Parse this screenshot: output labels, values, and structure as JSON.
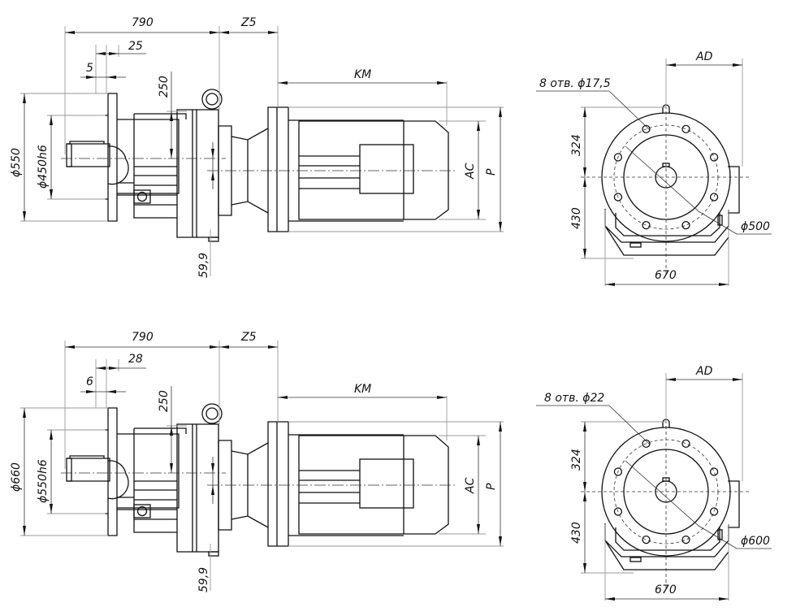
{
  "drawing": {
    "colors": {
      "line": "#111111",
      "extension": "#9a9a9a",
      "background": "#ffffff"
    },
    "variants": [
      {
        "id": "top",
        "side_view": {
          "dim_total_length": "790",
          "dim_gap": "Z5",
          "dim_flange_thickness": "25",
          "dim_spigot": "5",
          "dim_height_250": "250",
          "dim_flange_dia": "ϕ550",
          "dim_spigot_dia": "ϕ450h6",
          "dim_offset": "59,9",
          "dim_motor_length": "KM",
          "dim_motor_ac": "AC",
          "dim_motor_p": "P"
        },
        "front_view": {
          "dim_ad": "AD",
          "holes_label": "8 отв. ϕ17,5",
          "dim_upper": "324",
          "dim_lower": "430",
          "dim_width": "670",
          "dim_pcd": "ϕ500"
        }
      },
      {
        "id": "bottom",
        "side_view": {
          "dim_total_length": "790",
          "dim_gap": "Z5",
          "dim_flange_thickness": "28",
          "dim_spigot": "6",
          "dim_height_250": "250",
          "dim_flange_dia": "ϕ660",
          "dim_spigot_dia": "ϕ550h6",
          "dim_offset": "59,9",
          "dim_motor_length": "KM",
          "dim_motor_ac": "AC",
          "dim_motor_p": "P"
        },
        "front_view": {
          "dim_ad": "AD",
          "holes_label": "8 отв. ϕ22",
          "dim_upper": "324",
          "dim_lower": "430",
          "dim_width": "670",
          "dim_pcd": "ϕ600"
        }
      }
    ]
  }
}
